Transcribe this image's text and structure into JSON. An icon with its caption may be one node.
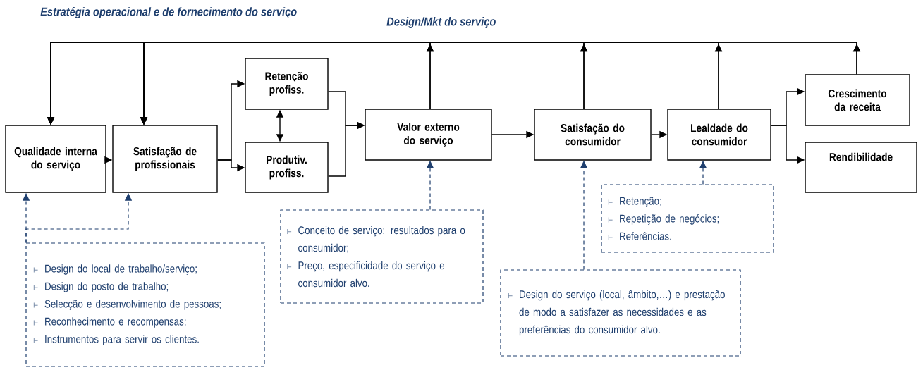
{
  "diagram": {
    "nodes": [
      {
        "text": [
          "Qualidade interna do serviço"
        ]
      },
      {
        "text": [
          "Satisfação de profissionais"
        ]
      },
      {
        "text": [
          "Retenção profiss."
        ]
      },
      {
        "text": [
          "Produtiv. profiss."
        ]
      },
      {
        "text": [
          "Valor externo do serviço"
        ]
      },
      {
        "text": [
          "Satisfação do consumidor"
        ]
      },
      {
        "text": [
          "Lealdade do consumidor"
        ]
      },
      {
        "text": [
          "Crescimento da receita"
        ]
      },
      {
        "text": [
          "Rendibilidade"
        ]
      },
      {
        "text": [
          "Design do local de trabalho/serviço;",
          "Design do posto de trabalho;",
          "Selecção e desenvolvimento de pessoas;",
          "Reconhecimento e recompensas;",
          "Instrumentos para servir os clientes."
        ]
      },
      {
        "text": [
          "Conceito de serviço: resultados para o consumidor;",
          "Preço, especificidade do serviço e consumidor alvo."
        ]
      },
      {
        "text": [
          "Retenção;",
          "Repetição de negócios;",
          "Referências."
        ]
      },
      {
        "text": [
          "Design do serviço (local, âmbito,…) e prestação de modo a satisfazer as necessidades e as preferências do consumidor alvo."
        ]
      }
    ],
    "edges": [
      {
        "from": 0,
        "to": 1,
        "arrow": "to"
      },
      {
        "from": 1,
        "to": 2,
        "arrow": "to"
      },
      {
        "from": 1,
        "to": 3,
        "arrow": "to"
      },
      {
        "from": 2,
        "to": 3,
        "arrow": "both"
      },
      {
        "from": 2,
        "to": 4,
        "arrow": "to"
      },
      {
        "from": 3,
        "to": 4,
        "arrow": "to"
      },
      {
        "from": 4,
        "to": 5,
        "arrow": "to"
      },
      {
        "from": 5,
        "to": 6,
        "arrow": "to"
      },
      {
        "from": 6,
        "to": 7,
        "arrow": "to"
      },
      {
        "from": 6,
        "to": 8,
        "arrow": "to"
      },
      {
        "from": 4,
        "to": 0,
        "arrow": "to"
      },
      {
        "from": 4,
        "to": 1,
        "arrow": "to"
      },
      {
        "from": 5,
        "to": 0,
        "arrow": "to"
      },
      {
        "from": 5,
        "to": 1,
        "arrow": "to"
      },
      {
        "from": 6,
        "to": 0,
        "arrow": "to"
      },
      {
        "from": 6,
        "to": 1,
        "arrow": "to"
      },
      {
        "from": 7,
        "to": 0,
        "arrow": "to"
      },
      {
        "from": 7,
        "to": 1,
        "arrow": "to"
      },
      {
        "from": 9,
        "to": 0,
        "arrow": "to",
        "style": "dashed",
        "color": "#1f3f6e"
      },
      {
        "from": 9,
        "to": 1,
        "arrow": "to",
        "style": "dashed",
        "color": "#1f3f6e"
      },
      {
        "from": 10,
        "to": 4,
        "arrow": "to",
        "style": "dashed",
        "color": "#1f3f6e"
      },
      {
        "from": 12,
        "to": 5,
        "arrow": "to",
        "style": "dashed",
        "color": "#1f3f6e"
      },
      {
        "from": 11,
        "to": 6,
        "arrow": "to",
        "style": "dashed",
        "color": "#1f3f6e"
      }
    ],
    "labels": [
      "Estratégia operacional e de fornecimento do serviço",
      "Design/Mkt do serviço"
    ]
  }
}
